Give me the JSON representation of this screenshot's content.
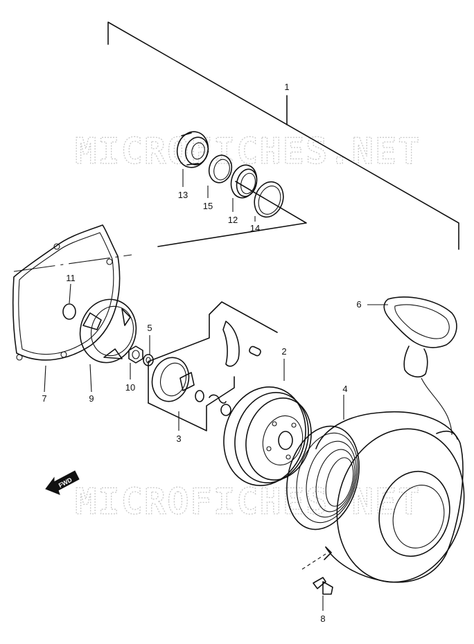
{
  "watermark": "MICROFICHES.NET",
  "fwd_label": "FWD",
  "callouts": {
    "p1": "1",
    "p2": "2",
    "p3": "3",
    "p4": "4",
    "p5": "5",
    "p6": "6",
    "p7": "7",
    "p8": "8",
    "p9": "9",
    "p10": "10",
    "p11": "11",
    "p12": "12",
    "p13": "13",
    "p14": "14",
    "p15": "15"
  }
}
